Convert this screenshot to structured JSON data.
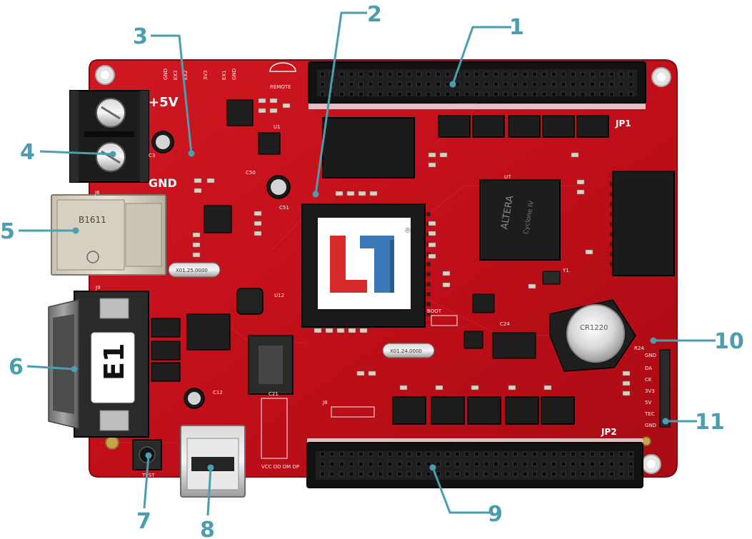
{
  "colors": {
    "pcb": "#c40f1b",
    "pcb_dark": "#8e0a12",
    "callout": "#4a9eae",
    "header_black": "#161616",
    "chip_black": "#1e1e1e"
  },
  "board": {
    "silkscreen": {
      "plus5v": "+5V",
      "gnd": "GND",
      "jp1": "JP1",
      "jp2": "JP2",
      "e1": "E1",
      "test": "TEST",
      "remote": "REMOTE",
      "j6": "J6",
      "j9": "J9",
      "b1611": "B1611",
      "boot": "BOOT",
      "usb_pins": "VCC  DD  DM  DP",
      "right_header_labels": [
        "GND",
        "DA",
        "CK",
        "3V3",
        "5V",
        "TEC",
        "GND"
      ],
      "top_header_labels": [
        "GND",
        "EX3",
        "EX2",
        "3V3",
        "EX1",
        "GND"
      ],
      "crystal_1": "X01.25.0000",
      "crystal_2": "X01.24.0000",
      "battery": "CR1220",
      "fpga_brand": "ALTERA",
      "fpga_family": "Cyclone IV",
      "registered_mark": "®",
      "l1": "L1",
      "c24": "C24",
      "r24": "R24",
      "u1": "U1",
      "c51": "C51",
      "c50": "C50",
      "c3": "C3",
      "c12": "C12",
      "y1": "Y1",
      "u12": "U12",
      "c21": "C21",
      "j8": "J8",
      "u7": "U7"
    }
  },
  "callouts": [
    {
      "id": 1,
      "label": "1"
    },
    {
      "id": 2,
      "label": "2"
    },
    {
      "id": 3,
      "label": "3"
    },
    {
      "id": 4,
      "label": "4"
    },
    {
      "id": 5,
      "label": "5"
    },
    {
      "id": 6,
      "label": "6"
    },
    {
      "id": 7,
      "label": "7"
    },
    {
      "id": 8,
      "label": "8"
    },
    {
      "id": 9,
      "label": "9"
    },
    {
      "id": 10,
      "label": "10"
    },
    {
      "id": 11,
      "label": "11"
    }
  ]
}
